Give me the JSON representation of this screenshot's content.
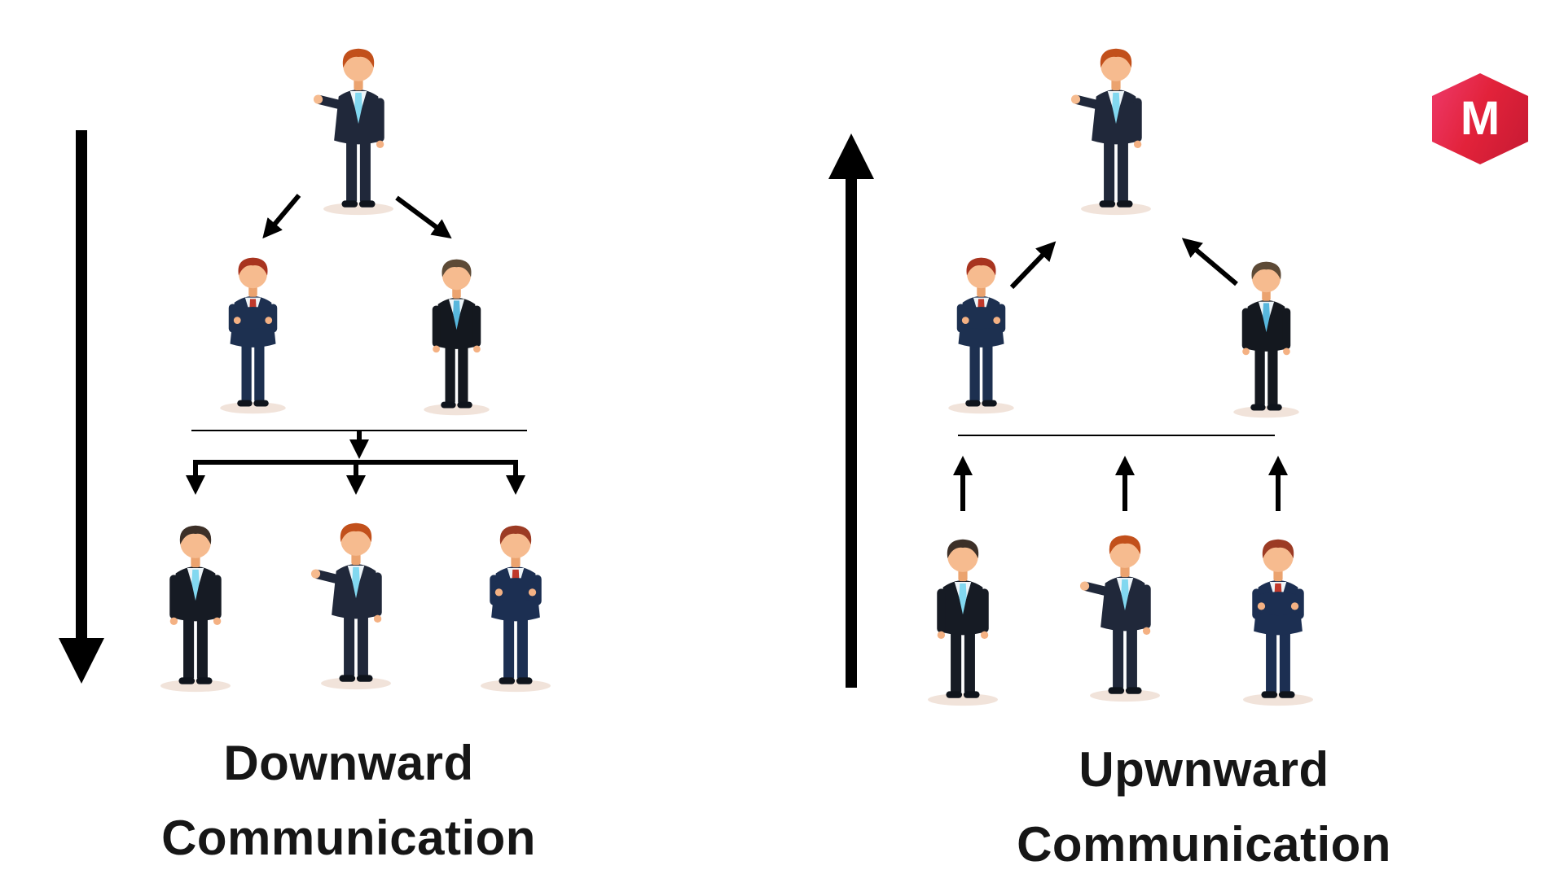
{
  "left_diagram": {
    "title_line1": "Downward",
    "title_line2": "Communication",
    "arrow_direction": "down",
    "level_counts": [
      1,
      2,
      3
    ]
  },
  "right_diagram": {
    "title_line1": "Upwnward",
    "title_line2": "Communication",
    "arrow_direction": "up",
    "level_counts": [
      1,
      2,
      3
    ]
  },
  "logo": {
    "letter": "M",
    "gradient_start": "#ee3a6b",
    "gradient_end": "#c51a33"
  },
  "colors": {
    "background": "#ffffff",
    "arrows": "#000000",
    "text": "#161616",
    "suit_dark": "#20283a",
    "suit_navy": "#1d3050",
    "suit_black": "#161b24",
    "tie_cyan": "#82d8f0",
    "tie_red": "#c0392b",
    "hair_orange": "#c2501b",
    "hair_auburn": "#9c3b24",
    "hair_brown": "#5d4a36",
    "hair_dark": "#3d3028"
  }
}
